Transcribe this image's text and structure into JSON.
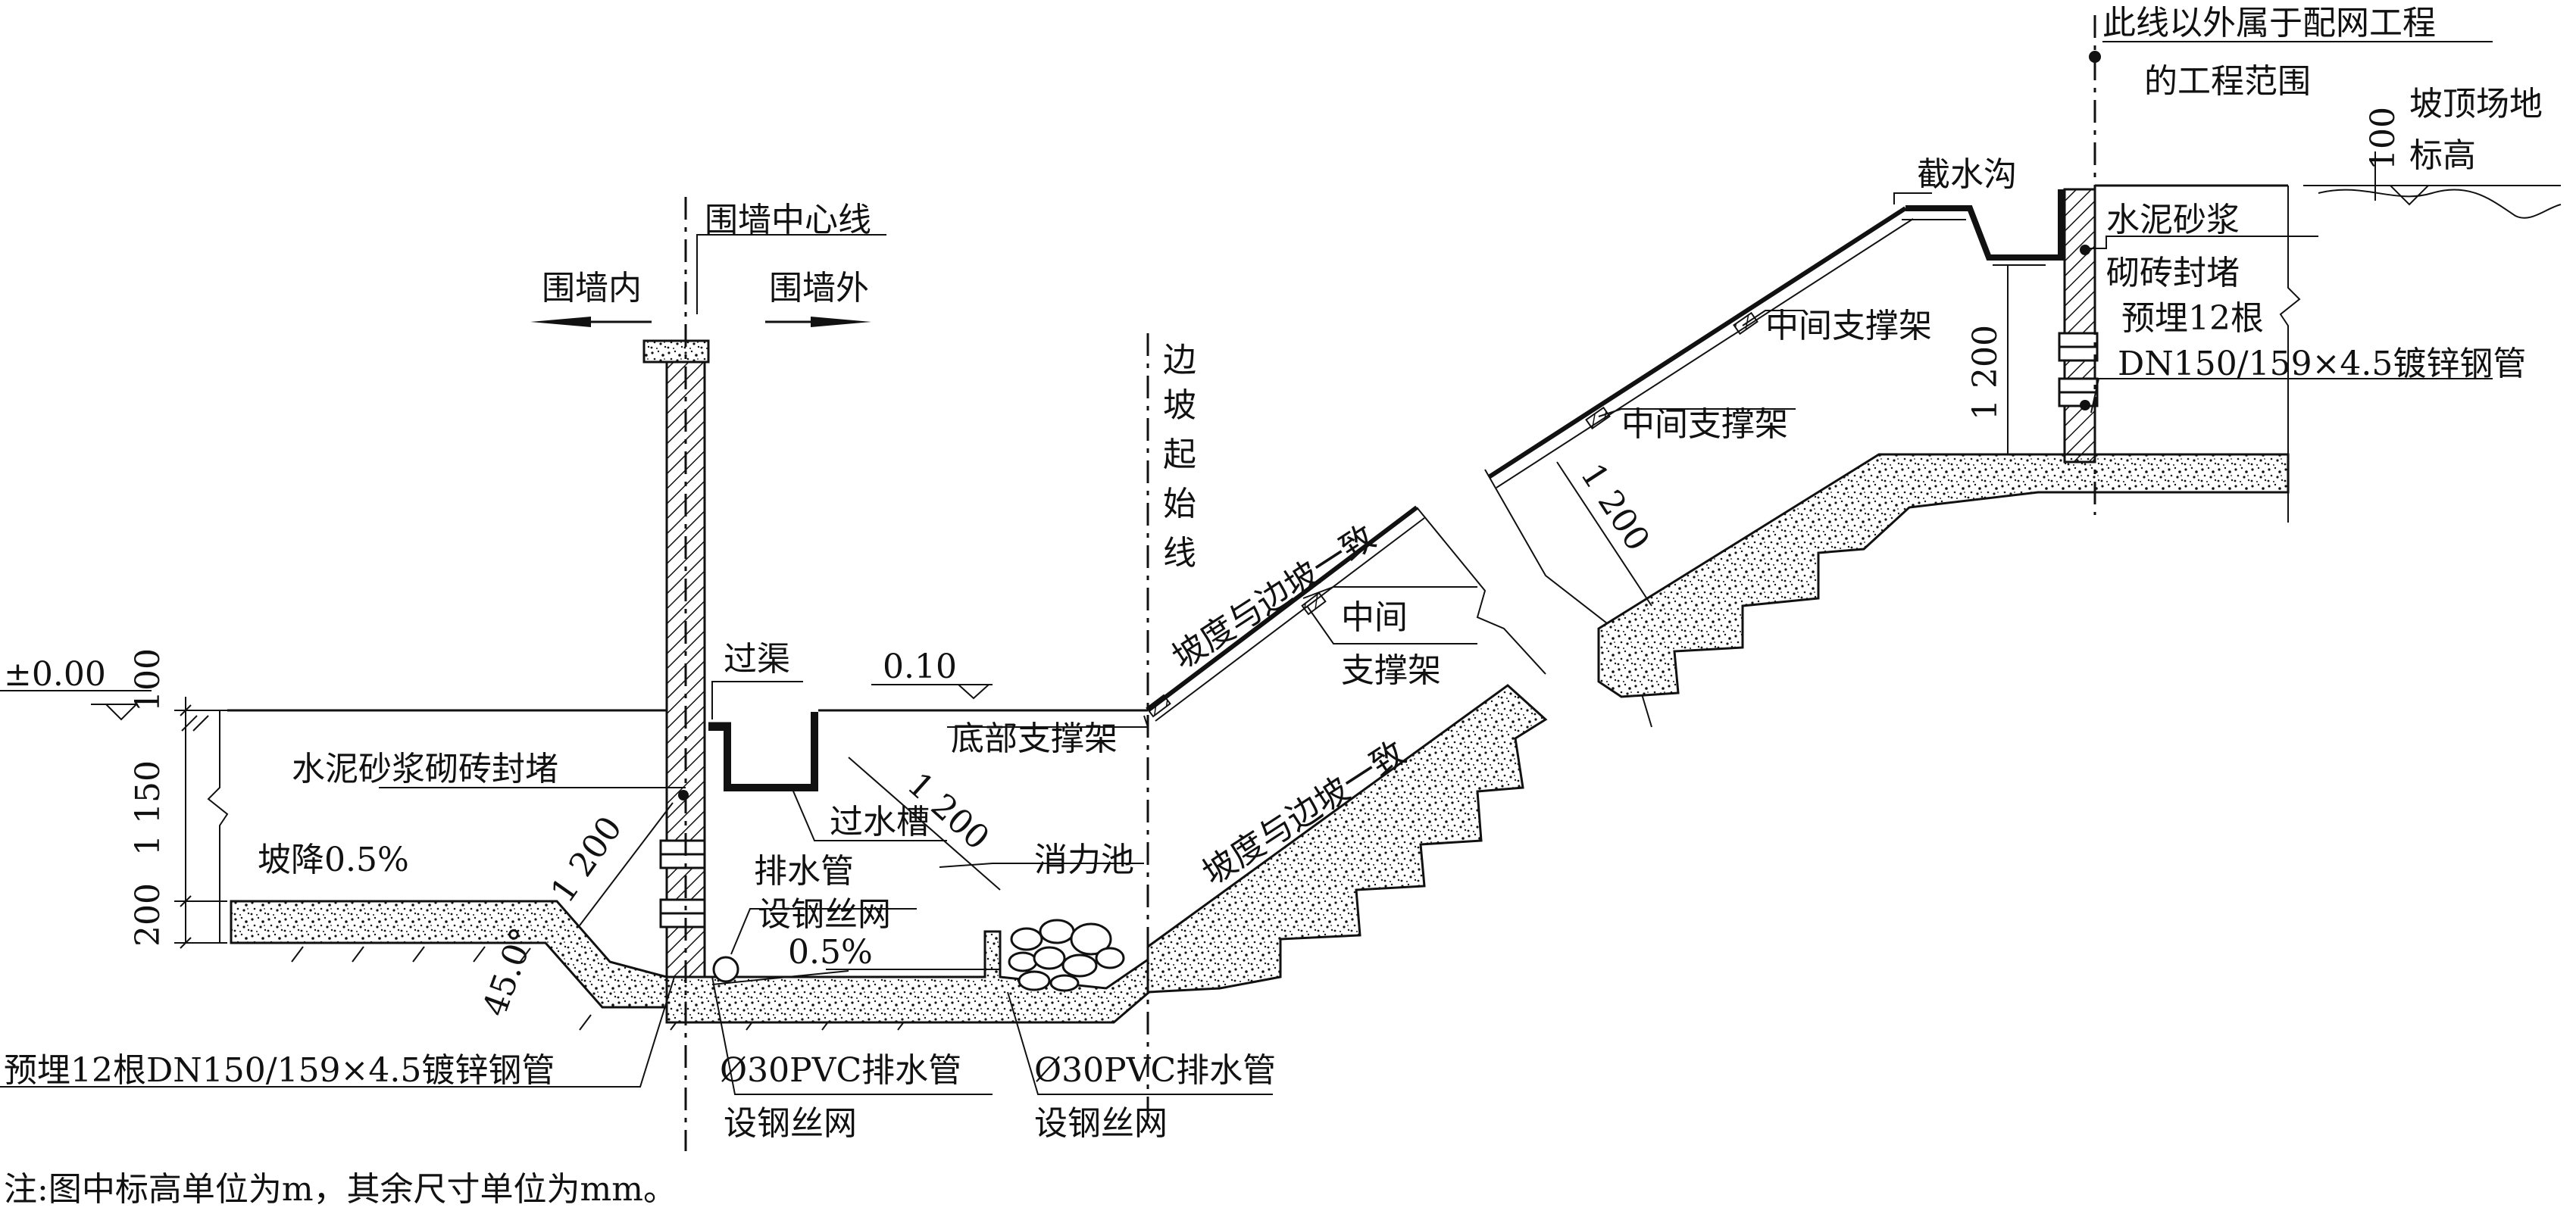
{
  "labels": {
    "wall_centerline": "围墙中心线",
    "inside_wall": "围墙内",
    "outside_wall": "围墙外",
    "slope_start_line": [
      "边",
      "坡",
      "起",
      "始",
      "线"
    ],
    "boundary_note_1": "此线以外属于配网工程",
    "boundary_note_2": "的工程范围",
    "intercept_ditch": "截水沟",
    "slope_top_elev_1": "坡顶场地",
    "slope_top_elev_2": "标高",
    "cement_seal_right_1": "水泥砂浆",
    "cement_seal_right_2": "砌砖封堵",
    "embed_right_1": "预埋12根",
    "embed_right_2": "DN150/159×4.5镀锌钢管",
    "mid_support_1": "中间支撑架",
    "mid_support_2": "中间支撑架",
    "mid_support_3a": "中间",
    "mid_support_3b": "支撑架",
    "slope_consistent_upper": "坡度与边坡一致",
    "slope_consistent_lower": "坡度与边坡一致",
    "cross_channel": "过渠",
    "bottom_support": "底部支撑架",
    "cement_seal_left": "水泥砂浆砌砖封堵",
    "cross_trough": "过水槽",
    "stilling_pool": "消力池",
    "drain_pipe": "排水管",
    "steel_mesh": "设钢丝网",
    "slope_down": "坡降0.5%",
    "pct": "0.5%",
    "angle": "45.0°",
    "embed_left": "预埋12根DN150/159×4.5镀锌钢管",
    "pvc_left_1": "Ø30PVC排水管",
    "pvc_left_2": "设钢丝网",
    "pvc_right_1": "Ø30PVC排水管",
    "pvc_right_2": "设钢丝网",
    "elev_zero": "±0.00",
    "elev_010": "0.10",
    "dim_100_left": "100",
    "dim_1150": "1 150",
    "dim_200": "200",
    "dim_1200_left": "1 200",
    "dim_1200_trough": "1 200",
    "dim_1200_slope": "1 200",
    "dim_1200_right": "1 200",
    "dim_100_right": "100",
    "note": "注:图中标高单位为m，其余尺寸单位为mm。"
  }
}
